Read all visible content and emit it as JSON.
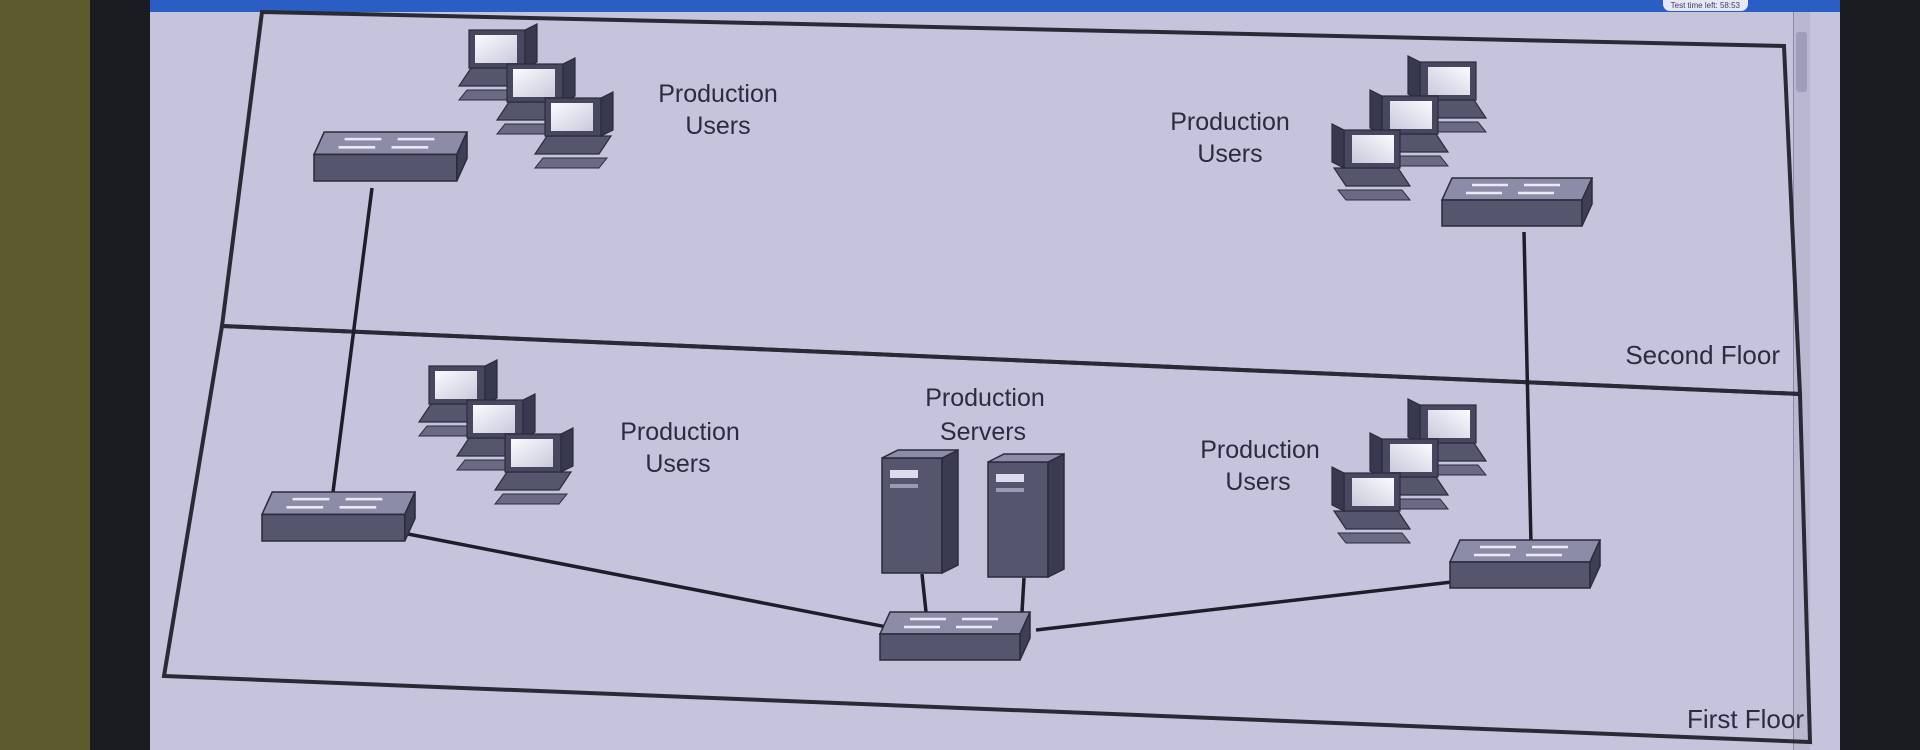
{
  "header": {
    "timer_text": "Test time left: 58:53"
  },
  "floors": {
    "second": "Second Floor",
    "first": "First Floor"
  },
  "groups": {
    "second_left": {
      "line1": "Production",
      "line2": "Users"
    },
    "second_right": {
      "line1": "Production",
      "line2": "Users"
    },
    "first_left": {
      "line1": "Production",
      "line2": "Users"
    },
    "first_servers": {
      "line1": "Production",
      "line2": "Servers"
    },
    "first_right": {
      "line1": "Production",
      "line2": "Users"
    }
  },
  "icons": {
    "switch": "network-switch-icon",
    "workstation": "workstation-icon",
    "server": "server-tower-icon"
  },
  "colors": {
    "screen_bg": "#c5c4dc",
    "device_top": "#8c8ca8",
    "device_side": "#4e4e66",
    "line": "#1e1e2a"
  }
}
